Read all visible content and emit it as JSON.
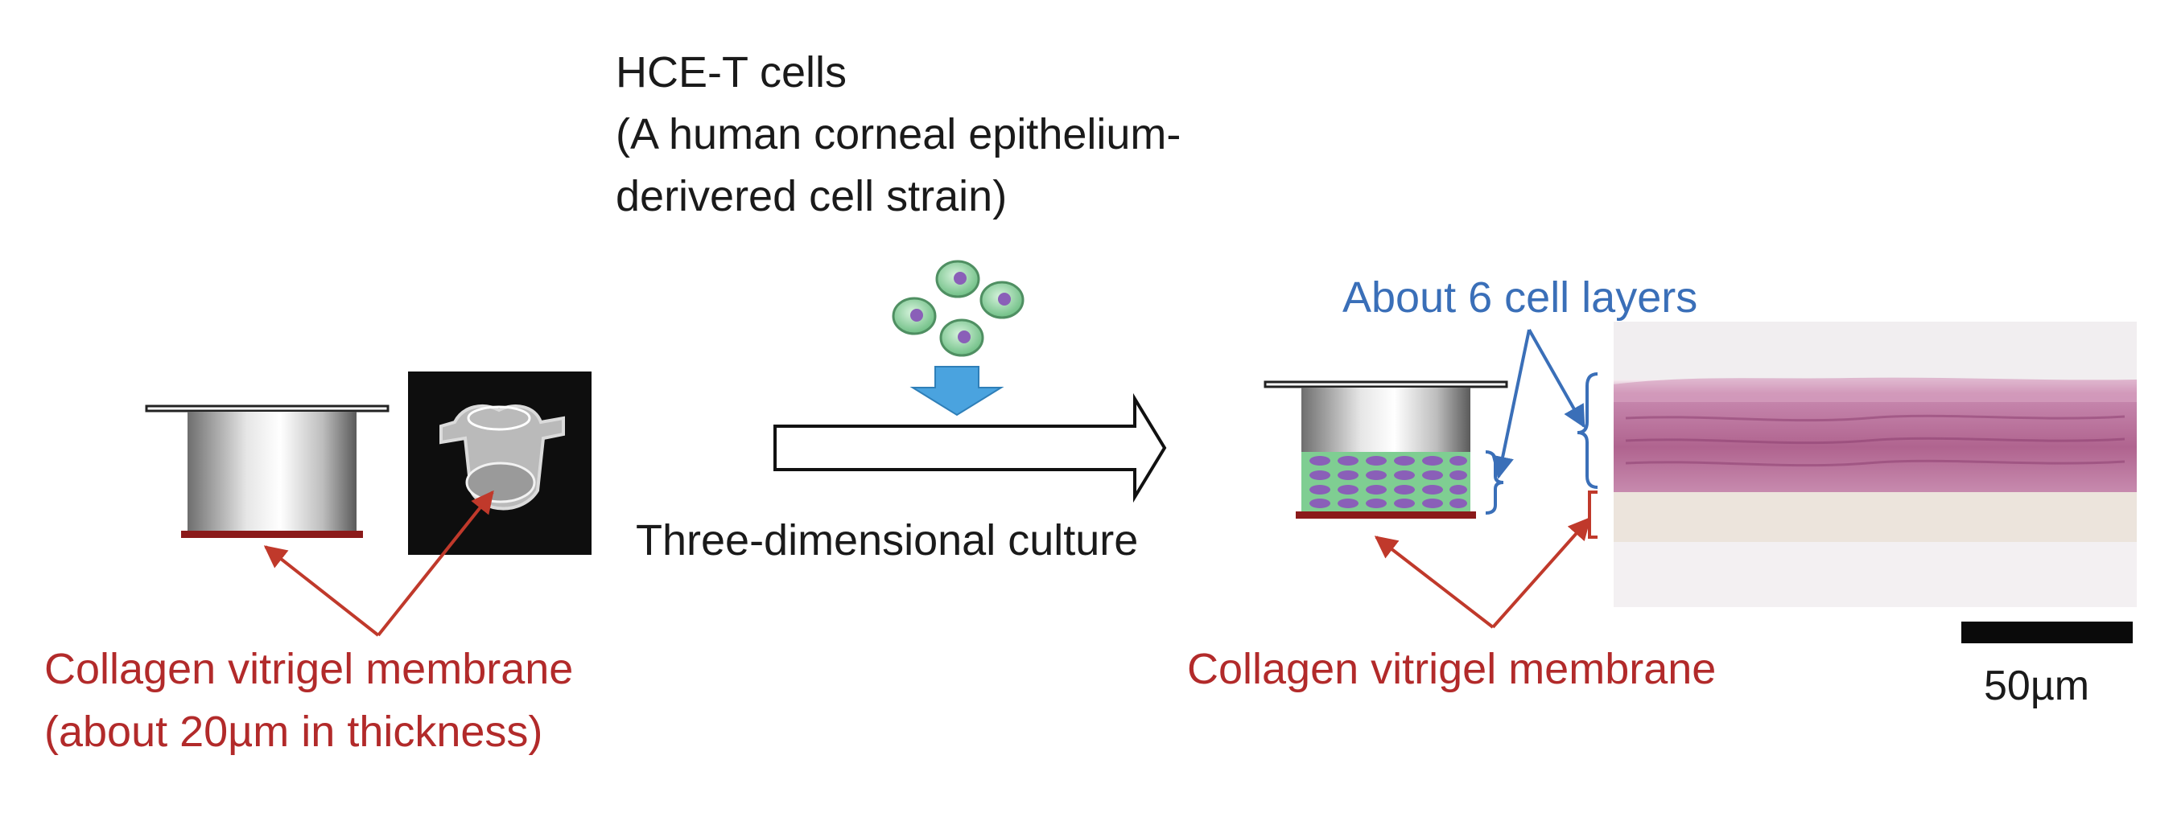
{
  "cells_title": {
    "lines": [
      "HCE-T cells",
      "(A human corneal epithelium-",
      "derivered cell strain)"
    ]
  },
  "process_label": "Three-dimensional culture",
  "left_membrane_label": {
    "lines": [
      "Collagen vitrigel membrane",
      "(about 20µm in thickness)"
    ]
  },
  "right_membrane_label": "Collagen vitrigel membrane",
  "cell_layers_label": "About 6 cell layers",
  "scale_bar_label": "50µm",
  "colors": {
    "membrane_red": "#8b1a1a",
    "label_red": "#b22a2a",
    "label_blue": "#3a6fb8",
    "arrow_blue": "#4aa3df",
    "cell_green": "#8fd19e",
    "cell_nucleus": "#8a5fb8",
    "tissue_pink": "#b86a9c"
  }
}
